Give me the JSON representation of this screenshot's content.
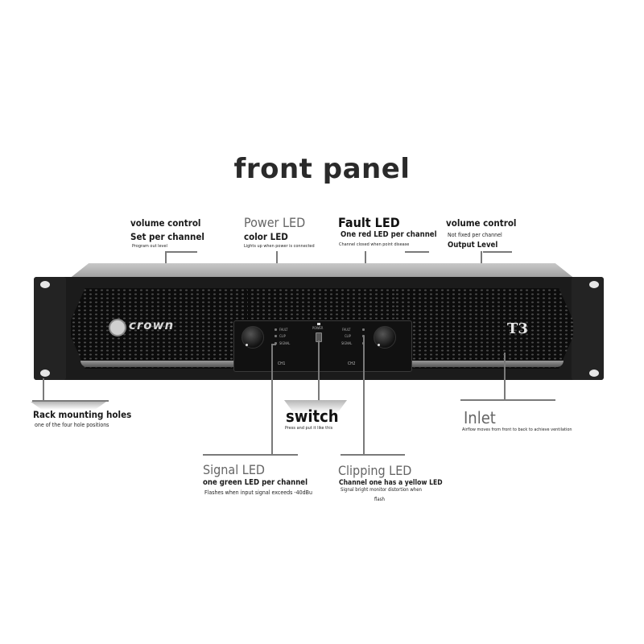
{
  "title": "front panel",
  "device": {
    "brand": "crown",
    "model": "T3",
    "channel_labels": [
      "CH1",
      "CH2"
    ],
    "led_labels_ch1": [
      "FAULT",
      "CLIP",
      "SIGNAL"
    ],
    "led_labels_ch2": [
      "FAULT",
      "CLIP",
      "SIGNAL"
    ],
    "power_label": "POWER"
  },
  "callouts": {
    "volume_left": {
      "heading": "volume control",
      "line1": "Set per channel",
      "line2": "Program out level"
    },
    "power_led": {
      "heading": "Power LED",
      "line1": "color LED",
      "line2": "Lights up when power is connected"
    },
    "fault_led": {
      "heading": "Fault LED",
      "line1": "One red LED per channel",
      "line2": "Channel closed when point disease"
    },
    "volume_right": {
      "heading": "volume control",
      "line1": "Not fixed per channel",
      "line2": "Output Level"
    },
    "rack_holes": {
      "heading": "Rack mounting holes",
      "line1": "one of the four hole positions"
    },
    "switch": {
      "heading": "switch",
      "line1": "Press and put it like this"
    },
    "inlet": {
      "heading": "Inlet",
      "line1": "Airflow moves from front to back to achieve ventilation"
    },
    "signal_led": {
      "heading": "Signal LED",
      "line1": "one green LED per channel",
      "line2": "Flashes when input signal exceeds -40dBu"
    },
    "clipping_led": {
      "heading": "Clipping LED",
      "line1": "Channel one has a yellow LED",
      "line2": "Signal bright monitor distortion when",
      "line3": "flash"
    }
  }
}
